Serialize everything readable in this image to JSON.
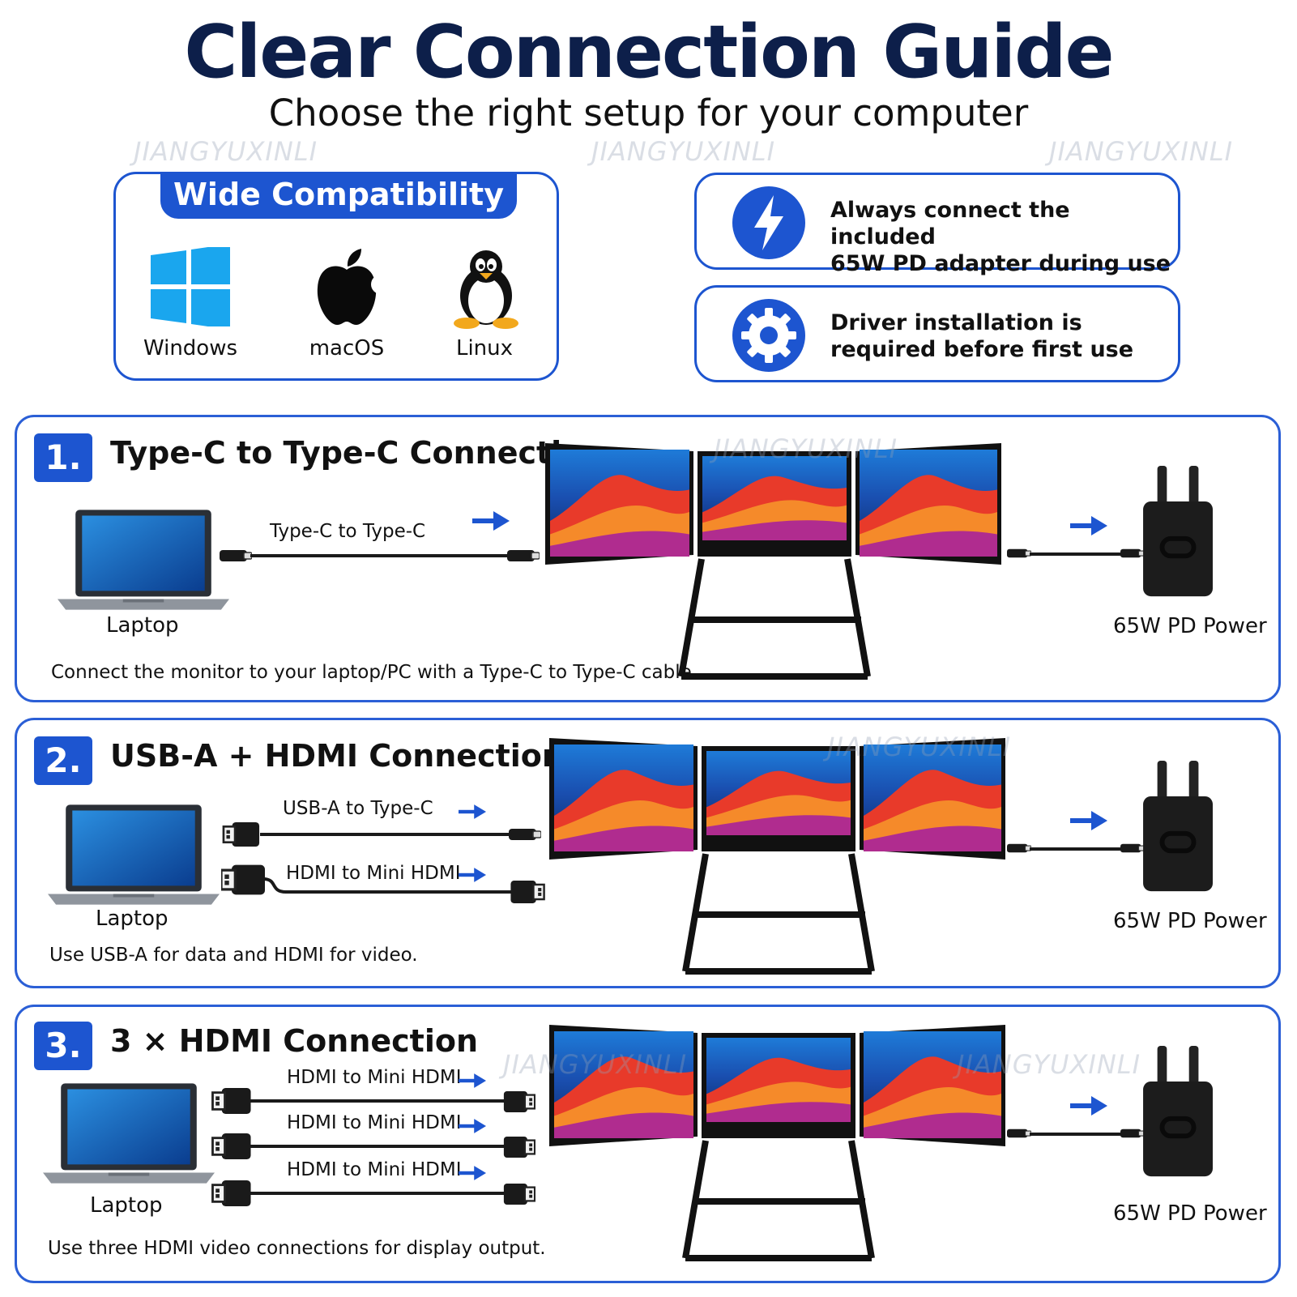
{
  "header": {
    "title": "Clear Connection Guide",
    "subtitle": "Choose the right setup for your computer"
  },
  "watermark": "JIANGYUXINLI",
  "compatibility": {
    "heading": "Wide Compatibility",
    "os": [
      {
        "label": "Windows",
        "icon": "windows-icon"
      },
      {
        "label": "macOS",
        "icon": "apple-icon"
      },
      {
        "label": "Linux",
        "icon": "linux-penguin-icon"
      }
    ]
  },
  "notes": [
    {
      "line1": "Always connect the included",
      "line2": "65W PD adapter during use",
      "icon": "lightning-icon"
    },
    {
      "line1": "Driver installation is",
      "line2": "required before first use",
      "icon": "gear-icon"
    }
  ],
  "sections": [
    {
      "number": "1.",
      "title": "Type-C to Type-C Connection",
      "laptop_label": "Laptop",
      "power_label": "65W PD Power",
      "cables": [
        "Type-C to Type-C"
      ],
      "description": "Connect the monitor to your laptop/PC with a Type-C to Type-C cable."
    },
    {
      "number": "2.",
      "title": "USB-A + HDMI Connection",
      "laptop_label": "Laptop",
      "power_label": "65W PD Power",
      "cables": [
        "USB-A to Type-C",
        "HDMI to Mini HDMI"
      ],
      "description": "Use USB-A for data and HDMI for video."
    },
    {
      "number": "3.",
      "title": "3 × HDMI Connection",
      "laptop_label": "Laptop",
      "power_label": "65W PD Power",
      "cables": [
        "HDMI to Mini HDMI",
        "HDMI to Mini HDMI",
        "HDMI to Mini HDMI"
      ],
      "description": "Use three HDMI video connections for display output."
    }
  ],
  "colors": {
    "accent": "#1d55d0",
    "title": "#0d1f4a",
    "arrow": "#1d55d0"
  }
}
